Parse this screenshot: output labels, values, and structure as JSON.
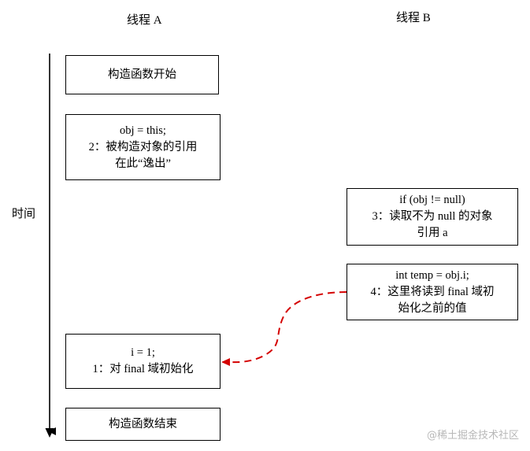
{
  "thread_a_label": "线程 A",
  "thread_b_label": "线程 B",
  "time_label": "时间",
  "thread_a_boxes": [
    {
      "lines": [
        "构造函数开始"
      ]
    },
    {
      "lines": [
        "obj = this;",
        "2：被构造对象的引用",
        "在此“逸出”"
      ]
    },
    {
      "lines": [
        "i = 1;",
        "1：对 final 域初始化"
      ]
    },
    {
      "lines": [
        "构造函数结束"
      ]
    }
  ],
  "thread_b_boxes": [
    {
      "lines": [
        "if (obj != null)",
        "3：读取不为 null 的对象",
        "引用 a"
      ]
    },
    {
      "lines": [
        "int temp = obj.i;",
        "4：这里将读到 final 域初",
        "始化之前的值"
      ]
    }
  ],
  "watermark": "@稀土掘金技术社区",
  "colors": {
    "line": "#000000",
    "arrow_dashed": "#d40000"
  }
}
